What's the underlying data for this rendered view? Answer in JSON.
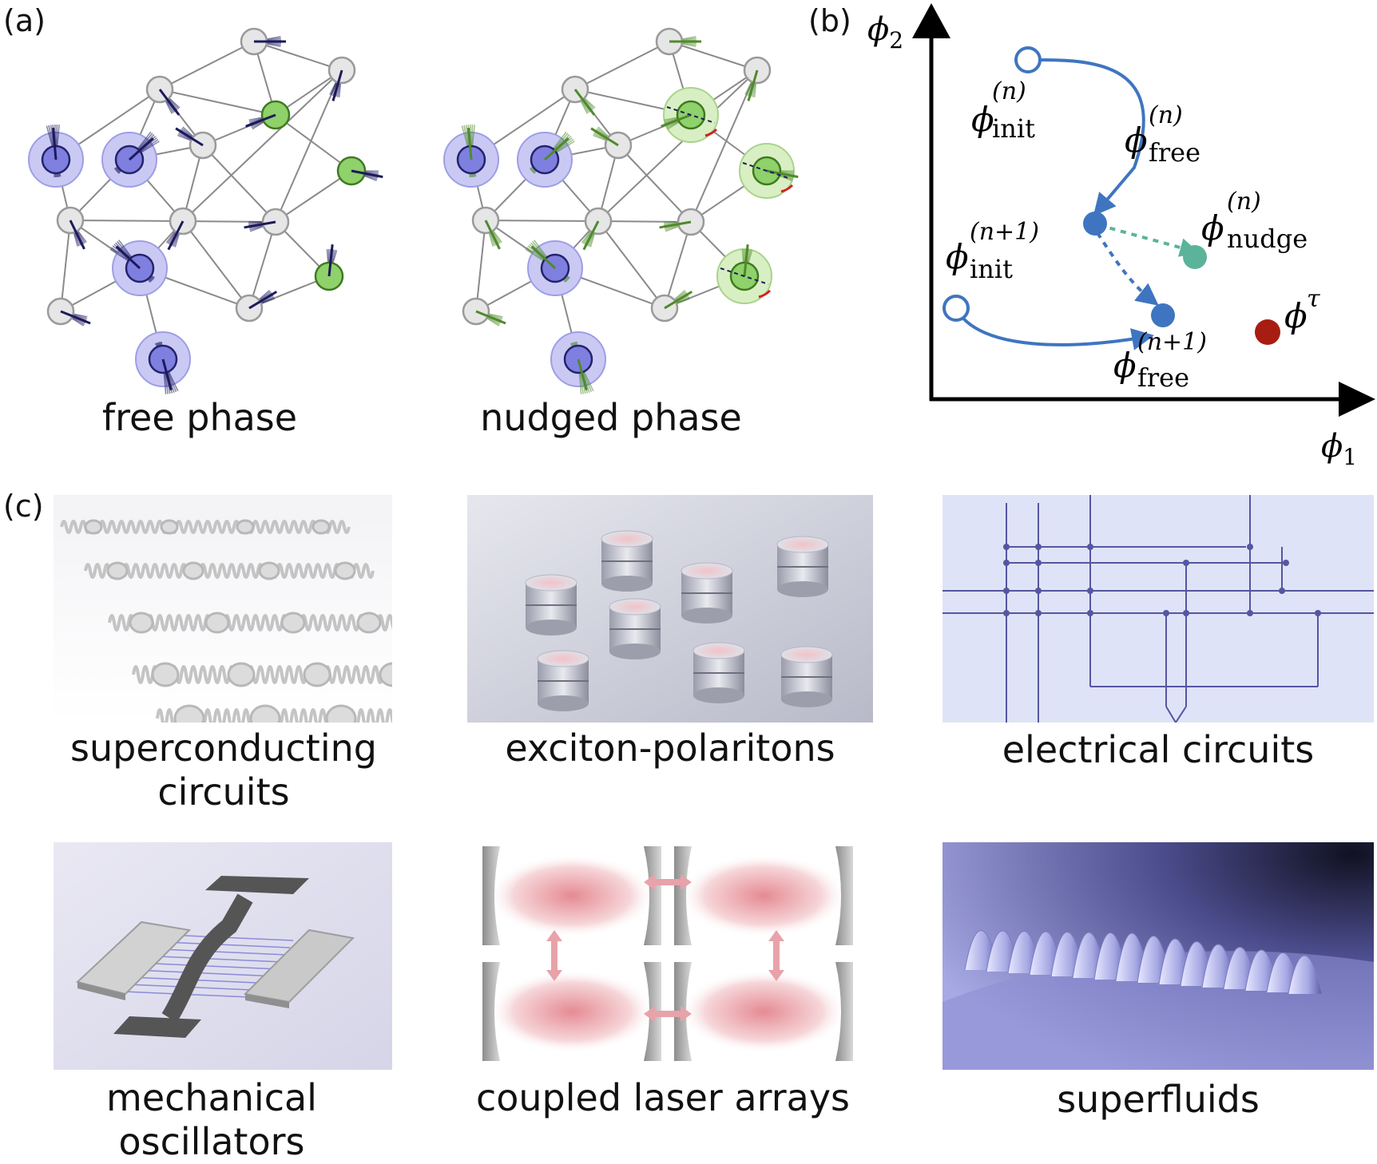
{
  "panels": {
    "a": {
      "letter": "(a)",
      "free_caption": "free phase",
      "nudged_caption": "nudged phase"
    },
    "b": {
      "letter": "(b)",
      "y_axis": {
        "symbol": "ϕ",
        "sub": "2"
      },
      "x_axis": {
        "symbol": "ϕ",
        "sub": "1"
      },
      "labels": {
        "init_n": {
          "sym": "ϕ",
          "sup": "(n)",
          "sub": "init"
        },
        "free_n": {
          "sym": "ϕ",
          "sup": "(n)",
          "sub": "free"
        },
        "nudge_n": {
          "sym": "ϕ",
          "sup": "(n)",
          "sub": "nudge"
        },
        "init_n1": {
          "sym": "ϕ",
          "sup": "(n+1)",
          "sub": "init"
        },
        "free_n1": {
          "sym": "ϕ",
          "sup": "(n+1)",
          "sub": "free"
        },
        "target": {
          "sym": "ϕ",
          "sup": "τ"
        }
      }
    },
    "c": {
      "letter": "(c)",
      "items": [
        {
          "caption_line1": "superconducting",
          "caption_line2": "circuits"
        },
        {
          "caption_line1": "exciton-polaritons",
          "caption_line2": ""
        },
        {
          "caption_line1": "electrical circuits",
          "caption_line2": ""
        },
        {
          "caption_line1": "mechanical",
          "caption_line2": "oscillators"
        },
        {
          "caption_line1": "coupled laser arrays",
          "caption_line2": ""
        },
        {
          "caption_line1": "superfluids",
          "caption_line2": ""
        }
      ]
    }
  },
  "colors": {
    "node_gray": "#e6e6e6",
    "node_green": "#8fd16a",
    "node_blue": "#7f7fe0",
    "halo_blue": "#c9c9f4",
    "halo_green": "#d8efc4",
    "arrow_navy": "#1c1a5c",
    "arrow_green": "#4f8a2c",
    "path_blue": "#3f75c0",
    "nudge_teal": "#5bb39a",
    "target_red": "#a81d12",
    "circuit": "#5456a0"
  }
}
